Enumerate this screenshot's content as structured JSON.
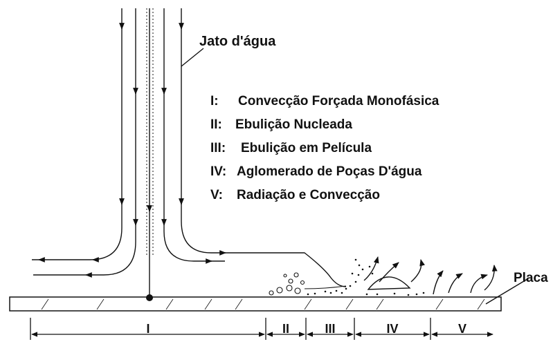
{
  "jet_label": "Jato d'água",
  "plate_label": "Placa",
  "legend": [
    {
      "key": "I:",
      "text": "Convecção Forçada Monofásica"
    },
    {
      "key": "II:",
      "text": "Ebulição Nucleada"
    },
    {
      "key": "III:",
      "text": "Ebulição em Película"
    },
    {
      "key": "IV:",
      "text": "Aglomerado de Poças D'água"
    },
    {
      "key": "V:",
      "text": "Radiação e Convecção"
    }
  ],
  "zones": [
    "I",
    "II",
    "III",
    "IV",
    "V"
  ]
}
